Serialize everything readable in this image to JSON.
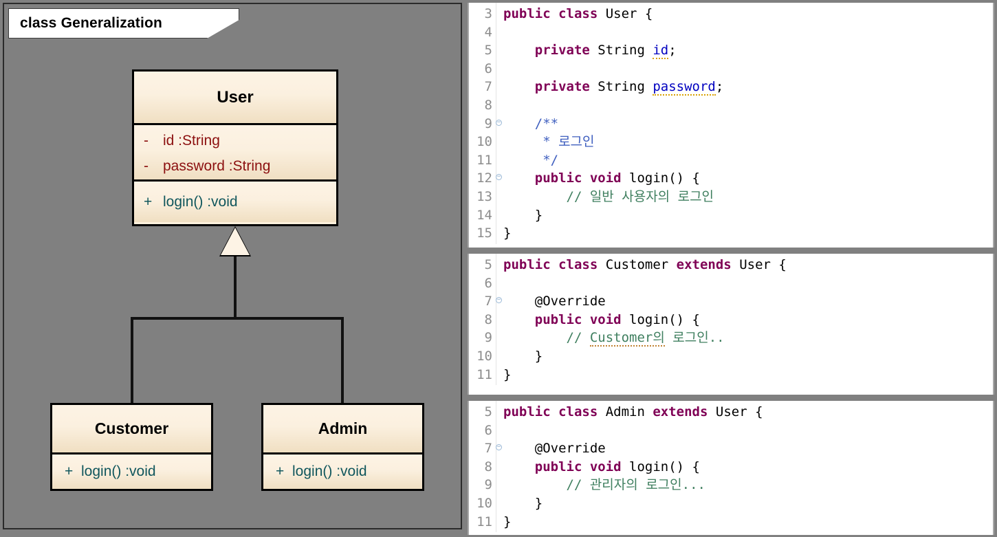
{
  "diagram": {
    "title": "class Generalization",
    "classes": [
      {
        "name": "User",
        "attributes": [
          {
            "visibility": "-",
            "text": "id  :String"
          },
          {
            "visibility": "-",
            "text": "password  :String"
          }
        ],
        "operations": [
          {
            "visibility": "+",
            "text": "login()  :void"
          }
        ]
      },
      {
        "name": "Customer",
        "attributes": [],
        "operations": [
          {
            "visibility": "+",
            "text": "login()  :void"
          }
        ]
      },
      {
        "name": "Admin",
        "attributes": [],
        "operations": [
          {
            "visibility": "+",
            "text": "login()  :void"
          }
        ]
      }
    ],
    "relationship": "generalization"
  },
  "code_panels": [
    {
      "id": "user-java",
      "lines": [
        {
          "num": "3",
          "fold": false,
          "warn": false,
          "tokens": [
            {
              "t": "public class ",
              "c": "kw"
            },
            {
              "t": "User {",
              "c": "plain"
            }
          ]
        },
        {
          "num": "4",
          "fold": false,
          "warn": false,
          "tokens": []
        },
        {
          "num": "5",
          "fold": false,
          "warn": true,
          "tokens": [
            {
              "t": "    ",
              "c": "plain"
            },
            {
              "t": "private ",
              "c": "kw"
            },
            {
              "t": "String ",
              "c": "plain"
            },
            {
              "t": "id",
              "c": "fld-sq"
            },
            {
              "t": ";",
              "c": "plain"
            }
          ]
        },
        {
          "num": "6",
          "fold": false,
          "warn": false,
          "tokens": []
        },
        {
          "num": "7",
          "fold": false,
          "warn": true,
          "tokens": [
            {
              "t": "    ",
              "c": "plain"
            },
            {
              "t": "private ",
              "c": "kw"
            },
            {
              "t": "String ",
              "c": "plain"
            },
            {
              "t": "password",
              "c": "fld-sq"
            },
            {
              "t": ";",
              "c": "plain"
            }
          ]
        },
        {
          "num": "8",
          "fold": false,
          "warn": false,
          "tokens": []
        },
        {
          "num": "9",
          "fold": true,
          "warn": false,
          "tokens": [
            {
              "t": "    /**",
              "c": "jdoc"
            }
          ]
        },
        {
          "num": "10",
          "fold": false,
          "warn": false,
          "tokens": [
            {
              "t": "     * 로그인",
              "c": "jdoc"
            }
          ]
        },
        {
          "num": "11",
          "fold": false,
          "warn": false,
          "tokens": [
            {
              "t": "     */",
              "c": "jdoc"
            }
          ]
        },
        {
          "num": "12",
          "fold": true,
          "warn": false,
          "tokens": [
            {
              "t": "    ",
              "c": "plain"
            },
            {
              "t": "public void ",
              "c": "kw"
            },
            {
              "t": "login() {",
              "c": "plain"
            }
          ]
        },
        {
          "num": "13",
          "fold": false,
          "warn": false,
          "tokens": [
            {
              "t": "        // 일반 사용자의 로그인",
              "c": "cmt"
            }
          ]
        },
        {
          "num": "14",
          "fold": false,
          "warn": false,
          "tokens": [
            {
              "t": "    }",
              "c": "plain"
            }
          ]
        },
        {
          "num": "15",
          "fold": false,
          "warn": false,
          "tokens": [
            {
              "t": "}",
              "c": "plain"
            }
          ]
        }
      ]
    },
    {
      "id": "customer-java",
      "lines": [
        {
          "num": "5",
          "fold": false,
          "warn": false,
          "tokens": [
            {
              "t": "public class ",
              "c": "kw"
            },
            {
              "t": "Customer ",
              "c": "plain"
            },
            {
              "t": "extends ",
              "c": "kw"
            },
            {
              "t": "User {",
              "c": "plain"
            }
          ]
        },
        {
          "num": "6",
          "fold": false,
          "warn": false,
          "tokens": []
        },
        {
          "num": "7",
          "fold": true,
          "warn": false,
          "tokens": [
            {
              "t": "    @Override",
              "c": "ann"
            }
          ]
        },
        {
          "num": "8",
          "fold": false,
          "warn": true,
          "tokens": [
            {
              "t": "    ",
              "c": "plain"
            },
            {
              "t": "public void ",
              "c": "kw"
            },
            {
              "t": "login() {",
              "c": "plain"
            }
          ]
        },
        {
          "num": "9",
          "fold": false,
          "warn": false,
          "tokens": [
            {
              "t": "        // ",
              "c": "cmt"
            },
            {
              "t": "Customer의",
              "c": "cmt-sq"
            },
            {
              "t": " 로그인..",
              "c": "cmt"
            }
          ]
        },
        {
          "num": "10",
          "fold": false,
          "warn": false,
          "tokens": [
            {
              "t": "    }",
              "c": "plain"
            }
          ]
        },
        {
          "num": "11",
          "fold": false,
          "warn": false,
          "tokens": [
            {
              "t": "}",
              "c": "plain"
            }
          ]
        }
      ]
    },
    {
      "id": "admin-java",
      "lines": [
        {
          "num": "5",
          "fold": false,
          "warn": false,
          "tokens": [
            {
              "t": "public class ",
              "c": "kw"
            },
            {
              "t": "Admin ",
              "c": "plain"
            },
            {
              "t": "extends ",
              "c": "kw"
            },
            {
              "t": "User {",
              "c": "plain"
            }
          ]
        },
        {
          "num": "6",
          "fold": false,
          "warn": false,
          "tokens": []
        },
        {
          "num": "7",
          "fold": true,
          "warn": false,
          "tokens": [
            {
              "t": "    @Override",
              "c": "ann"
            }
          ]
        },
        {
          "num": "8",
          "fold": false,
          "warn": false,
          "tokens": [
            {
              "t": "    ",
              "c": "plain"
            },
            {
              "t": "public void ",
              "c": "kw"
            },
            {
              "t": "login() {",
              "c": "plain"
            }
          ]
        },
        {
          "num": "9",
          "fold": false,
          "warn": false,
          "tokens": [
            {
              "t": "        // 관리자의 로그인...",
              "c": "cmt"
            }
          ]
        },
        {
          "num": "10",
          "fold": false,
          "warn": false,
          "tokens": [
            {
              "t": "    }",
              "c": "plain"
            }
          ]
        },
        {
          "num": "11",
          "fold": false,
          "warn": false,
          "tokens": [
            {
              "t": "}",
              "c": "plain"
            }
          ]
        }
      ]
    }
  ],
  "colors": {
    "canvas_gray": "#808080",
    "class_fill_top": "#fdf3e5",
    "class_fill_bottom": "#f0dfc2",
    "attribute_text": "#8c1010",
    "operation_text": "#10565c",
    "keyword": "#7f0055",
    "field": "#0000c0",
    "comment": "#3f7f5f",
    "javadoc": "#3f5fbf",
    "line_number": "#8c8c8c"
  }
}
